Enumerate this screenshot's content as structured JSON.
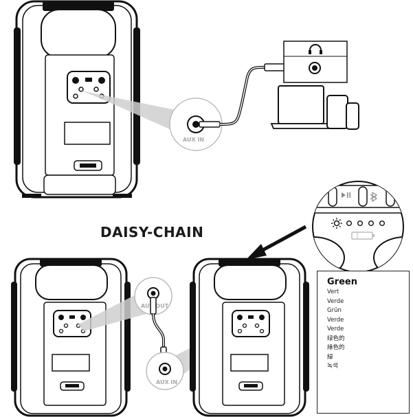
{
  "labels": {
    "aux_in_top": "AUX IN",
    "aux_in_bottom": "AUX IN",
    "aux_out": "AUX OUT",
    "section_title": "DAISY-CHAIN"
  },
  "color_panel": {
    "heading": "Green",
    "translations": [
      "Vert",
      "Verde",
      "Grün",
      "Verde",
      "Verde",
      "绿色的",
      "綠色的",
      "緑",
      "녹색"
    ]
  },
  "icons": [
    "headphones-icon",
    "aux-jack-icon",
    "play-pause-icon",
    "bluetooth-icon",
    "brightness-icon",
    "battery-icon",
    "laptop-icon",
    "tablet-icon",
    "phone-icon"
  ]
}
